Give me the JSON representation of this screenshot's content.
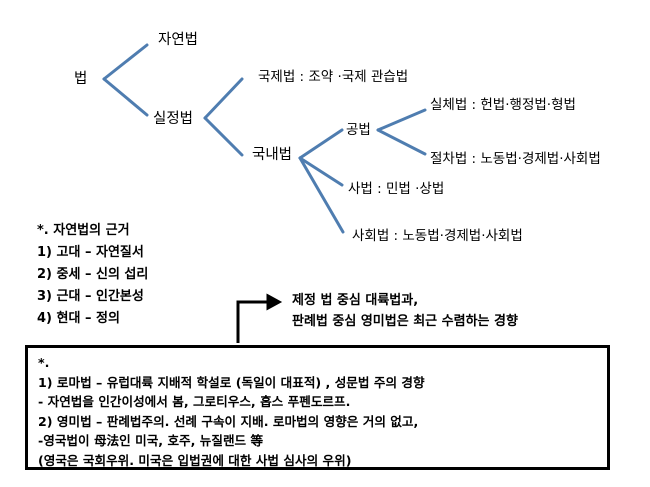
{
  "colors": {
    "line": "#4f7db0",
    "text": "#000000"
  },
  "tree": {
    "root": "법",
    "natural_law": "자연법",
    "positive_law": "실정법",
    "international_law": "국제법 : 조약 ·국제 관습법",
    "domestic_law": "국내법",
    "public_law": "공법",
    "substantive_law": "실체법 : 헌법·행정법·형법",
    "procedural_law": "절차법 : 노동법·경제법·사회법",
    "private_law": "사법 : 민법 ·상법",
    "social_law": "사회법 : 노동법·경제법·사회법"
  },
  "basis": {
    "title": "*. 자연법의 근거",
    "items": [
      "1)  고대 – 자연질서",
      "2)   중세 – 신의 섭리",
      "3)   근대 – 인간본성",
      "4)   현대 – 정의"
    ]
  },
  "convergence": {
    "line1": "제정 법 중심 대륙법과,",
    "line2": "판례법 중심 영미법은 최근 수렴하는 경향"
  },
  "notes": {
    "star": "*.",
    "lines": [
      "1)  로마법 – 유럽대륙 지배적 학설로 (독일이 대표적) , 성문법 주의 경향",
      "-    자연법을 인간이성에서 봄, 그로티우스, 홉스 푸펜도르프.",
      "2) 영미법 – 판례법주의. 선례 구속이 지배. 로마법의 영향은 거의 없고,",
      "-영국법이 母法인 미국, 호주, 뉴질랜드 等",
      "(영국은 국회우위. 미국은 입법권에 대한 사법 심사의 우위)"
    ]
  }
}
